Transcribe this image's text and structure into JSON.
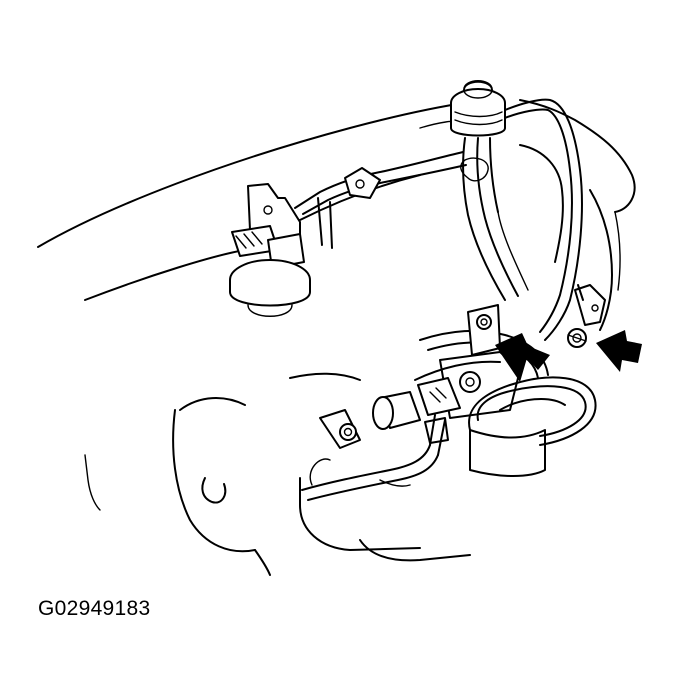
{
  "figure": {
    "code": "G02949183"
  },
  "colors": {
    "line": "#000000",
    "background": "#ffffff"
  },
  "callouts": [
    {
      "name": "arrow-left",
      "direction": "down-left"
    },
    {
      "name": "arrow-right",
      "direction": "left"
    }
  ]
}
